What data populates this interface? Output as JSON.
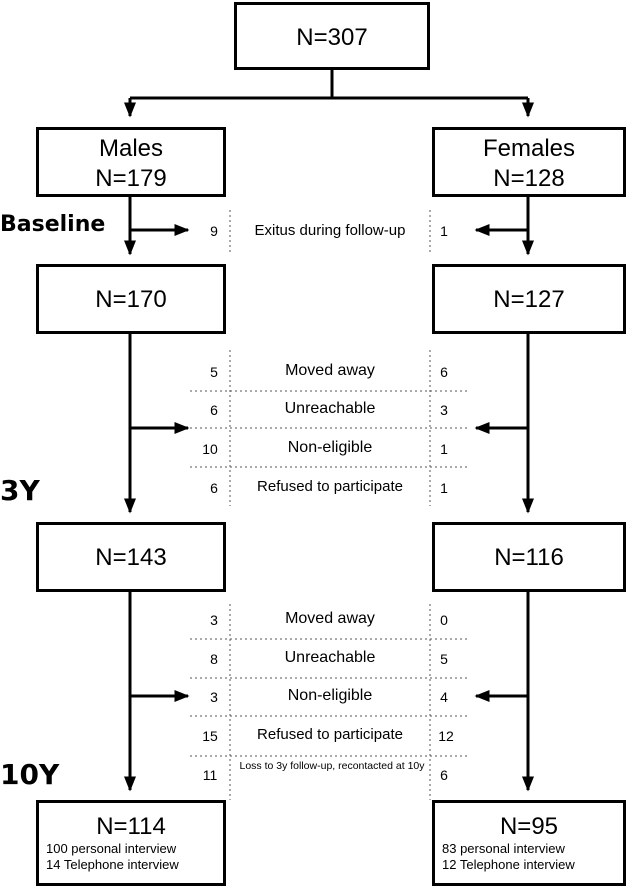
{
  "total": "N=307",
  "males": {
    "label": "Males",
    "n": "N=179"
  },
  "females": {
    "label": "Females",
    "n": "N=128"
  },
  "stages": {
    "baseline": "Baseline",
    "y3": "3Y",
    "y10": "10Y"
  },
  "exclusions_baseline": [
    {
      "label": "Exitus during follow-up",
      "males": "9",
      "females": "1"
    }
  ],
  "after_baseline": {
    "males": "N=170",
    "females": "N=127"
  },
  "exclusions_3y": [
    {
      "label": "Moved away",
      "males": "5",
      "females": "6"
    },
    {
      "label": "Unreachable",
      "males": "6",
      "females": "3"
    },
    {
      "label": "Non-eligible",
      "males": "10",
      "females": "1"
    },
    {
      "label": "Refused to participate",
      "males": "6",
      "females": "1"
    }
  ],
  "after_3y": {
    "males": "N=143",
    "females": "N=116"
  },
  "exclusions_10y": [
    {
      "label": "Moved away",
      "males": "3",
      "females": "0"
    },
    {
      "label": "Unreachable",
      "males": "8",
      "females": "5"
    },
    {
      "label": "Non-eligible",
      "males": "3",
      "females": "4"
    },
    {
      "label": "Refused to participate",
      "males": "15",
      "females": "12"
    },
    {
      "label": "Loss to 3y follow-up, recontacted at 10y",
      "males": "11",
      "females": "6"
    }
  ],
  "final": {
    "males": {
      "n": "N=114",
      "personal": "100 personal interview",
      "telephone": "14 Telephone interview"
    },
    "females": {
      "n": "N=95",
      "personal": "83 personal interview",
      "telephone": "12 Telephone interview"
    }
  }
}
